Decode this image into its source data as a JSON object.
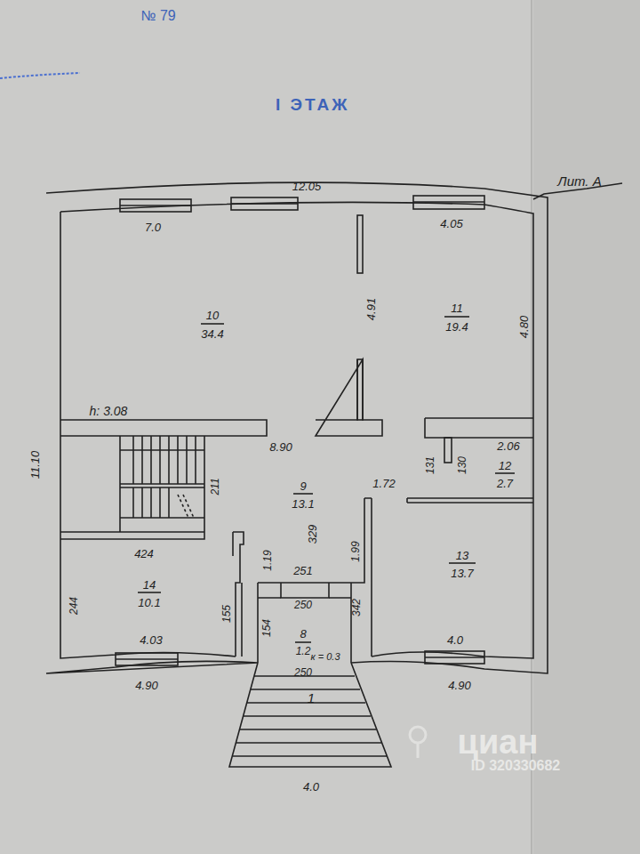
{
  "diagram": {
    "title": "I ЭТАЖ",
    "labels": [
      "№ 79",
      "12.05",
      "Лит. А",
      "7.0",
      "4.05",
      "10",
      "34.4",
      "4.91",
      "11",
      "19.4",
      "4.80",
      "11.10",
      "h: 3.08",
      "8.90",
      "2.06",
      "131",
      "130",
      "12",
      "2.7",
      "9",
      "13.1",
      "1.72",
      "211",
      "424",
      "1.19",
      "329",
      "1.99",
      "251",
      "13",
      "13.7",
      "244",
      "14",
      "10.1",
      "155",
      "250",
      "8",
      "1.2",
      "154",
      "342",
      "к = 0.3",
      "4.03",
      "4.0",
      "250",
      "4.90",
      "4.90",
      "1",
      "4.0",
      "циан",
      "ID 320330682"
    ]
  }
}
